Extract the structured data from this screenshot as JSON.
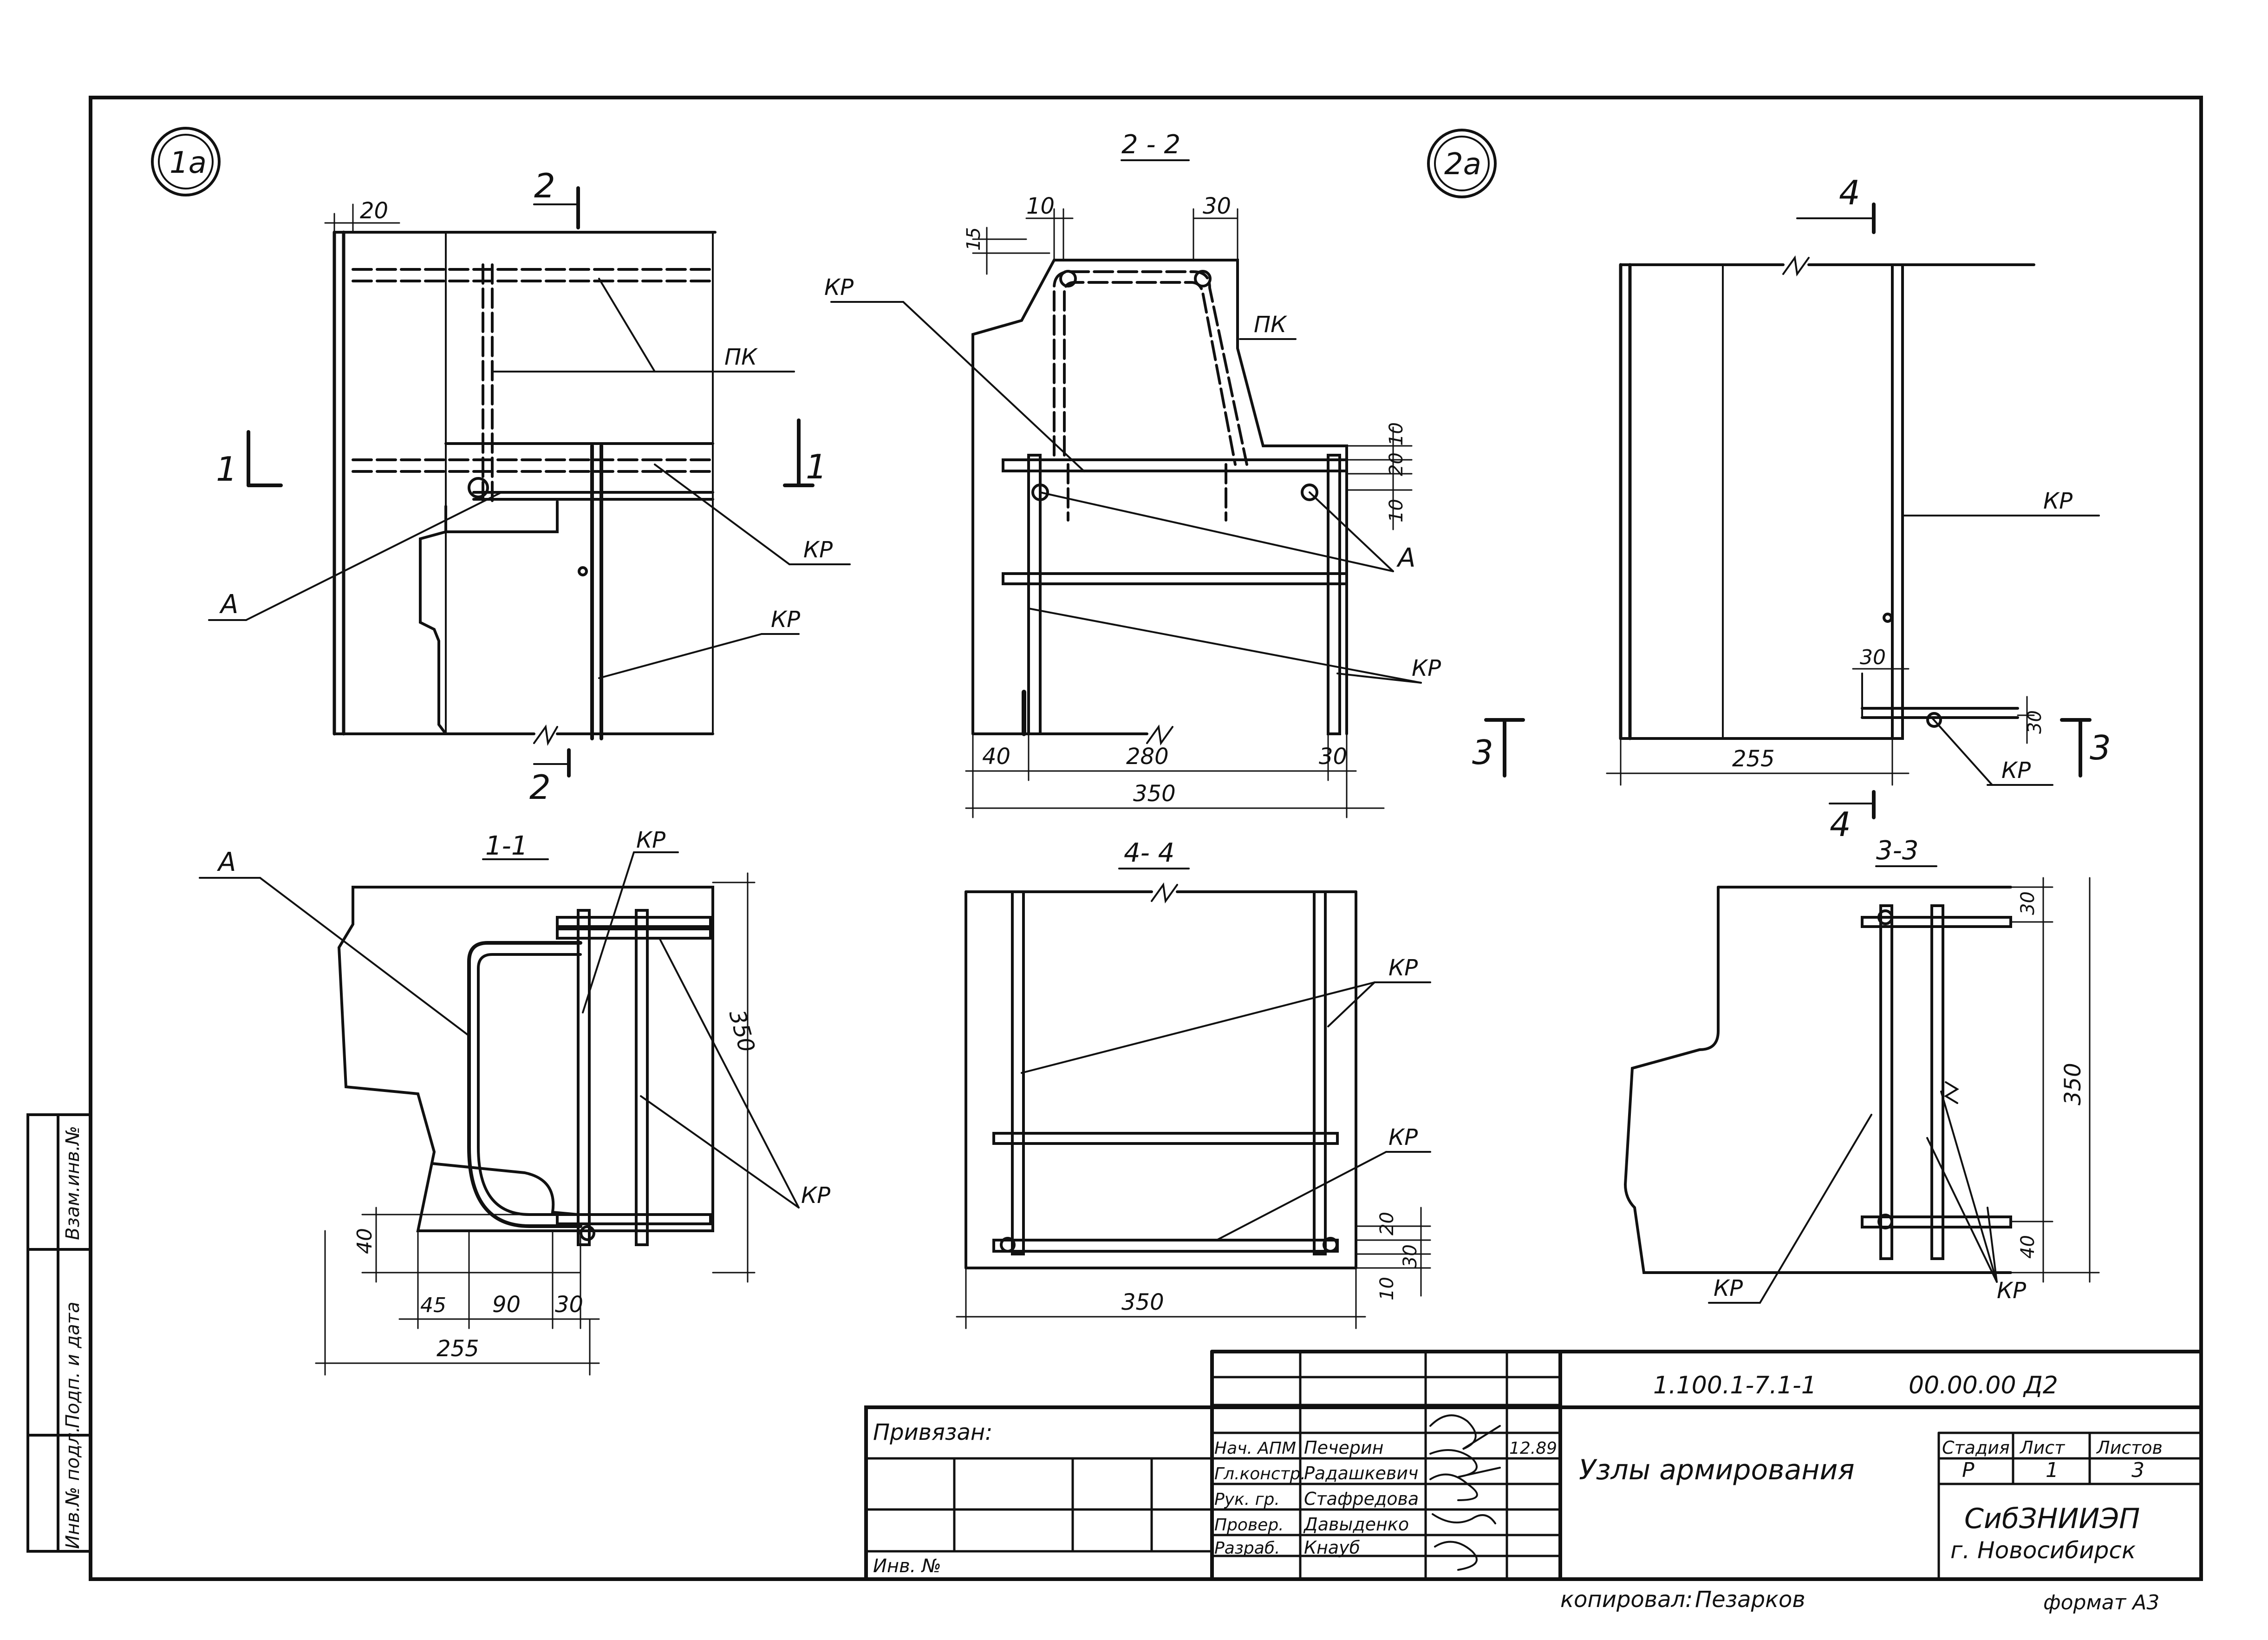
{
  "views": {
    "v1a": {
      "marker": "1a",
      "section_label": "2",
      "section_label_bottom": "2",
      "cut_left": "1",
      "cut_right": "1",
      "dim_top": "20",
      "label_pk": "ПК",
      "label_kp1": "КР",
      "label_kp2": "КР",
      "label_a": "А"
    },
    "v22": {
      "title": "2 - 2",
      "marker": "2a",
      "dim_15": "15",
      "dim_10": "10",
      "dim_30": "30",
      "label_kp": "КР",
      "label_pk": "ПК",
      "dim_r10a": "10",
      "dim_r20": "20",
      "dim_r10b": "10",
      "label_a": "А",
      "label_kp2": "КР",
      "dim_40": "40",
      "dim_280": "280",
      "dim_30b": "30",
      "dim_350": "350"
    },
    "v4": {
      "section_label": "4",
      "section_label_bottom": "4",
      "label_kp": "КР",
      "dim_30": "30",
      "dim_30r": "30",
      "label_kp2": "КР",
      "dim_255": "255",
      "cut_left": "3",
      "cut_right": "3"
    },
    "v11": {
      "title": "1-1",
      "label_a": "А",
      "label_kp_top": "КР",
      "label_kp_right": "КР",
      "dim_350": "350",
      "dim_40": "40",
      "dim_45": "45",
      "dim_90": "90",
      "dim_30": "30",
      "dim_255": "255"
    },
    "v44": {
      "title": "4- 4",
      "label_kp1": "КР",
      "label_kp2": "КР",
      "dim_20": "20",
      "dim_30": "30",
      "dim_10": "10",
      "dim_350": "350"
    },
    "v33": {
      "title": "3-3",
      "dim_30": "30",
      "dim_350": "350",
      "dim_40": "40",
      "label_kp_left": "КР",
      "label_kp_right": "КР"
    }
  },
  "side_stamp": [
    "Взам.инв.№",
    "Подп. и дата",
    "Инв.№ подл."
  ],
  "title_block": {
    "bound_label": "Привязан:",
    "inv_label": "Инв. №",
    "roles": [
      "Нач. АПМ",
      "Гл.констр.",
      "Рук. гр.",
      "Провер.",
      "Разраб."
    ],
    "names": [
      "Печерин",
      "Радашкевич",
      "Стафредова",
      "Давыденко",
      "Кнауб"
    ],
    "date": "12.89",
    "doc_code": "1.100.1-7.1-1",
    "doc_number": "00.00.00 Д2",
    "title": "Узлы армирования",
    "stage_header": "Стадия",
    "sheet_header": "Лист",
    "sheets_header": "Листов",
    "stage": "Р",
    "sheet": "1",
    "sheets": "3",
    "org_line1": "СибЗНИИЭП",
    "org_line2": "г. Новосибирск"
  },
  "footer": {
    "copied_label": "копировал:",
    "copied_by": "Пезарков",
    "format": "формат А3"
  }
}
